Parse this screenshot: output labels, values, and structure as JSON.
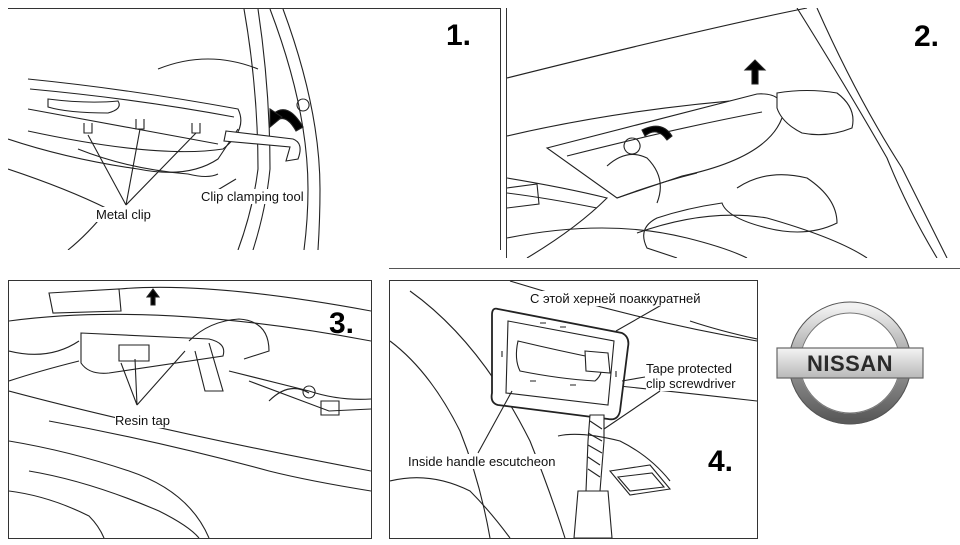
{
  "panels": [
    {
      "step": "1.",
      "labels": {
        "clip": "Metal clip",
        "tool": "Clip clamping tool"
      }
    },
    {
      "step": "2."
    },
    {
      "step": "3.",
      "labels": {
        "tap": "Resin tap"
      }
    },
    {
      "step": "4.",
      "labels": {
        "note_ru": "С этой херней поаккуратней",
        "tape_line1": "Tape protected",
        "tape_line2": "clip screwdriver",
        "escutcheon": "Inside handle escutcheon"
      }
    }
  ],
  "logo": {
    "text": "NISSAN",
    "colors": {
      "ring_light": "#e6e6e6",
      "ring_dark": "#6f6f6f",
      "bar": "#cfcfcf",
      "text": "#2a2a2a"
    }
  },
  "colors": {
    "line": "#222222",
    "frame": "#333333",
    "background": "#ffffff"
  }
}
